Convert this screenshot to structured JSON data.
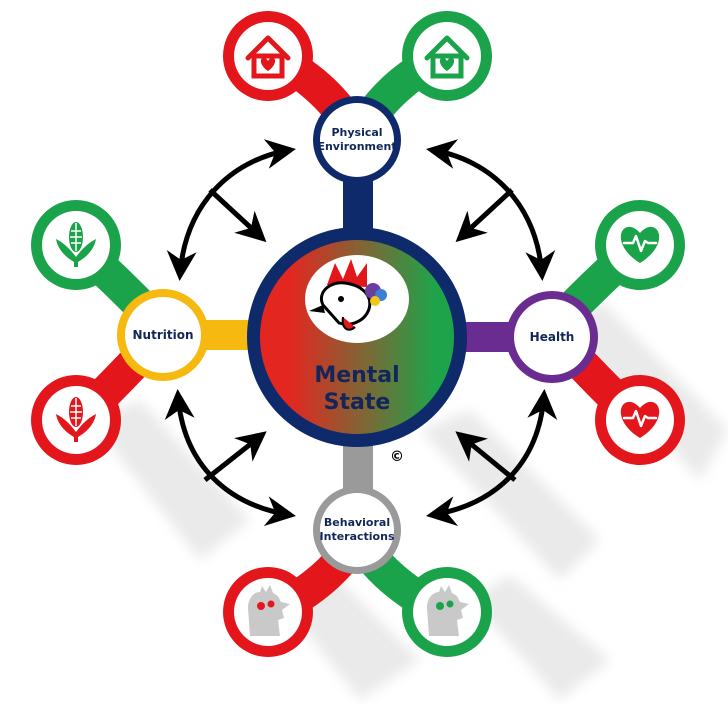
{
  "center": {
    "title_line1": "Mental",
    "title_line2": "State",
    "gradient_start": "#e42620",
    "gradient_end": "#1fa34a",
    "ring_color": "#0e2a6b"
  },
  "copyright": "©",
  "colors": {
    "red": "#e3161b",
    "green": "#1aa34a",
    "yellow": "#f5b90f",
    "purple": "#6a2c91",
    "gray": "#9a9a9a",
    "navy": "#0e2a6b",
    "text": "#12265a",
    "arrow": "#000000"
  },
  "nodes": {
    "physical": {
      "line1": "Physical",
      "line2": "Environment",
      "icon": "house-heart-icon"
    },
    "nutrition": {
      "line1": "Nutrition",
      "icon": "corn-icon"
    },
    "health": {
      "line1": "Health",
      "icon": "heart-pulse-icon"
    },
    "behavioral": {
      "line1": "Behavioral",
      "line2": "Interactions",
      "icon": "chicken-gears-icon"
    }
  }
}
